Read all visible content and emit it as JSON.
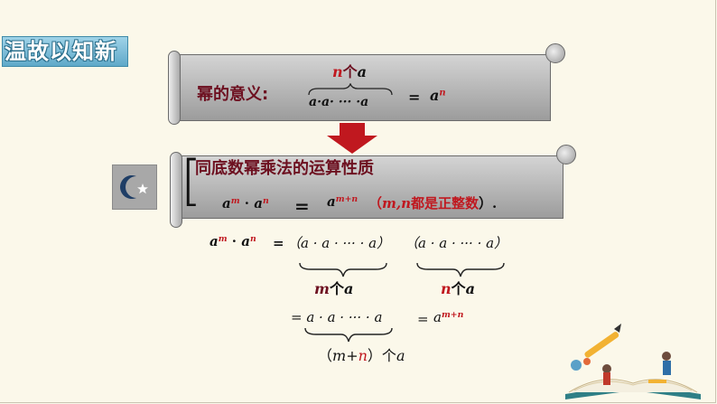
{
  "badge": {
    "text": "温故以知新"
  },
  "meaning": {
    "label": "幂的意义:",
    "top_n": "n",
    "top_ge": "个",
    "top_a": "a",
    "product": "a·a· ···  ·a",
    "equals": "=",
    "result_base": "a",
    "result_exp": "n"
  },
  "rule": {
    "title": "同底数幂乘法的运算性质",
    "lhs_a1": "a",
    "lhs_m": "m",
    "dot": " · ",
    "lhs_a2": "a",
    "lhs_n": "n",
    "equals": "=",
    "rhs_a": "a",
    "rhs_exp": "m+n",
    "cond_open": "（",
    "cond_mn": "m,n",
    "cond_text": "都是正整数",
    "cond_close": "）.",
    "bracket": "["
  },
  "derivation": {
    "line1_a1": "a",
    "line1_m": "m",
    "line1_dot": " · ",
    "line1_a2": "a",
    "line1_n": "n",
    "line1_eq": "=",
    "group1": "（a · a · ··· · a）",
    "group2": "（a · a · ··· · a）",
    "label1_var": "m",
    "label1_ge": "个",
    "label1_a": "a",
    "label2_var": "n",
    "label2_ge": "个",
    "label2_a": "a",
    "line2": "= a · a · ··· · a",
    "line2_eq": "=",
    "line2_a": "a",
    "line2_exp": "m+n",
    "label3_open": "（",
    "label3_m": "m+",
    "label3_n": "n",
    "label3_close": "）",
    "label3_ge": "个",
    "label3_a": "a"
  },
  "colors": {
    "maroon": "#6d1020",
    "red": "#c0181f",
    "scroll": "#b9b9b9",
    "background": "#fbf8ea"
  },
  "icons": {
    "moon": "crescent-star-icon",
    "arrow": "down-arrow-icon",
    "decoration": "book-illustration-icon"
  }
}
